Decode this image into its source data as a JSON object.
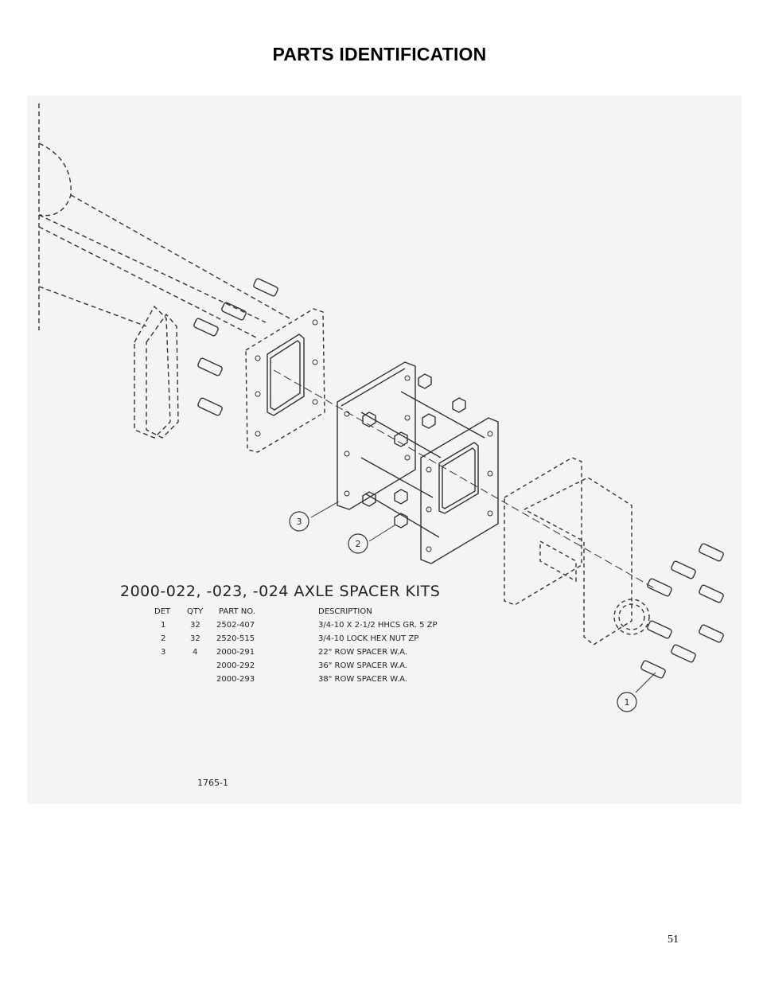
{
  "page": {
    "title": "PARTS IDENTIFICATION",
    "page_number": "51"
  },
  "kit": {
    "title": "2000-022, -023, -024 AXLE SPACER KITS",
    "drawing_number": "1765-1",
    "columns": {
      "det": "DET",
      "qty": "QTY",
      "part": "PART NO.",
      "desc": "DESCRIPTION"
    },
    "rows": [
      {
        "det": "1",
        "qty": "32",
        "part": "2502-407",
        "desc": "3/4-10 X 2-1/2 HHCS GR. 5 ZP"
      },
      {
        "det": "2",
        "qty": "32",
        "part": "2520-515",
        "desc": "3/4-10 LOCK HEX NUT ZP"
      },
      {
        "det": "3",
        "qty": "4",
        "part": "2000-291",
        "desc": "22\" ROW SPACER W.A."
      },
      {
        "det": "",
        "qty": "",
        "part": "2000-292",
        "desc": "36\" ROW SPACER W.A."
      },
      {
        "det": "",
        "qty": "",
        "part": "2000-293",
        "desc": "38\" ROW SPACER W.A."
      }
    ]
  },
  "callouts": {
    "bolt": "1",
    "nut": "2",
    "spacer": "3"
  }
}
